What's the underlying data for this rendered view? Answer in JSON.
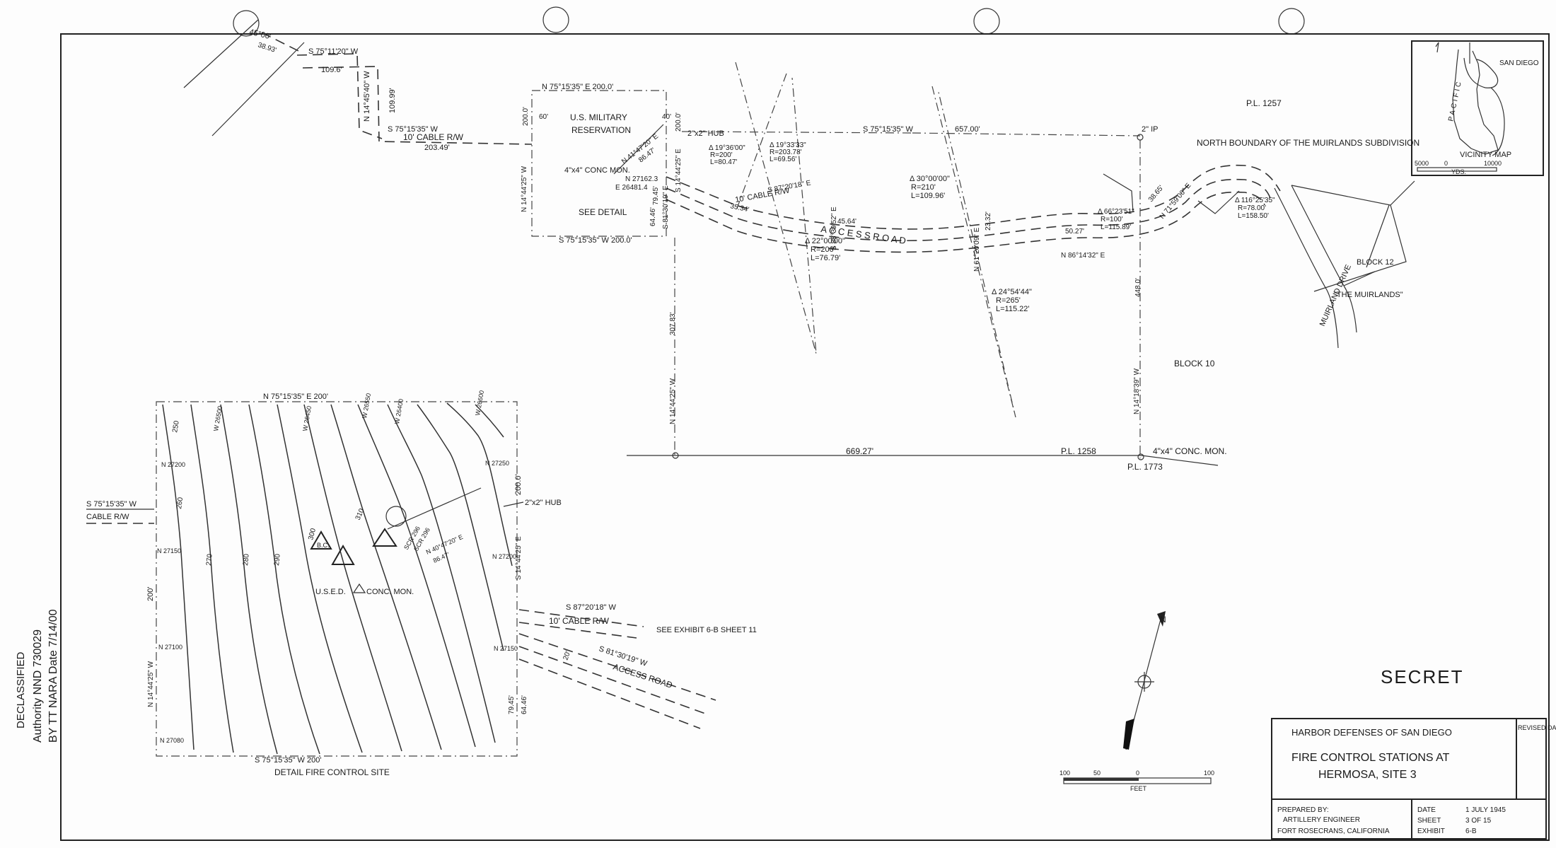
{
  "header": {
    "secret_mark": "SECRET"
  },
  "title_block": {
    "org": "HARBOR DEFENSES OF SAN DIEGO",
    "title_line1": "FIRE CONTROL STATIONS AT",
    "title_line2": "HERMOSA, SITE 3",
    "revised_label": "REVISED DATE",
    "prepared_by_label": "PREPARED BY:",
    "prepared_by_line1": "ARTILLERY ENGINEER",
    "prepared_by_line2": "FORT ROSECRANS, CALIFORNIA",
    "date_label": "DATE",
    "date_value": "1 JULY 1945",
    "sheet_label": "SHEET",
    "sheet_value": "3 OF 15",
    "exhibit_label": "EXHIBIT",
    "exhibit_value": "6-B"
  },
  "declass_stamp": {
    "line1": "DECLASSIFIED",
    "line2": "Authority NND 730029",
    "line3": "BY TT NARA Date 7/14/00"
  },
  "vicinity_map": {
    "title": "VICINITY MAP",
    "label_san_diego": "SAN DIEGO",
    "label_pacific": "PACIFIC",
    "scale_left": "5000",
    "scale_zero": "0",
    "scale_right": "10000",
    "scale_unit": "YDS."
  },
  "scale_bar": {
    "l100": "100",
    "l50": "50",
    "l0": "0",
    "r100": "100",
    "unit": "FEET"
  },
  "main_plan": {
    "top_line_1": "45°00'",
    "top_line_2": "38.93'",
    "bearing_a": "S 75°11'20\" W",
    "dist_a": "109.6'",
    "bearing_b": "N 14°45'40\" W",
    "dist_b": "109.99'",
    "bearing_c": "S 75°15'35\" W",
    "cable_rw": "10' CABLE R/W",
    "dist_c": "203.49'",
    "res_top": "N 75°15'35\" E  200.0'",
    "res_bottom": "S 75°15'35\" W  200.0'",
    "res_left_bearing": "N 14°44'25\" W",
    "res_left_dist": "200.0'",
    "res_right_dist": "200.0'",
    "res_right_bearing": "S 14°44'25\" E",
    "res_title_1": "U.S. MILITARY",
    "res_title_2": "RESERVATION",
    "res_mon": "4\"x4\" CONC MON.",
    "res_mon_n": "N 27162.3",
    "res_mon_e": "E 26481.4",
    "see_detail": "SEE DETAIL",
    "res_60": "60'",
    "res_ang": "N 41°47'20\" E",
    "res_ang_dist": "86.47'",
    "res_40": "40'",
    "hub": "2\"x2\" HUB",
    "north_bearing": "S 75°15'35\" W",
    "north_dist": "657.00'",
    "ip": "2\" IP",
    "pl1257": "P.L. 1257",
    "north_boundary": "NORTH BOUNDARY OF THE MUIRLANDS SUBDIVISION",
    "curve1_delta": "Δ 19°36'00\"",
    "curve1_r": "R=200'",
    "curve1_l": "L=80.47'",
    "curve2_delta": "Δ 19°33'33\"",
    "curve2_r": "R=203.78'",
    "curve2_l": "L=69.56'",
    "curve3_delta": "Δ 30°00'00\"",
    "curve3_r": "R=210'",
    "curve3_l": "L=109.96'",
    "curve4_delta": "Δ 22°00'00\"",
    "curve4_r": "R=200'",
    "curve4_l": "L=76.79'",
    "curve5_delta": "Δ 24°54'44\"",
    "curve5_r": "R=265'",
    "curve5_l": "L=115.22'",
    "curve6_delta": "Δ 66°23'51\"",
    "curve6_r": "R=100'",
    "curve6_l": "L=115.89'",
    "curve7_delta": "Δ 116°25'35\"",
    "curve7_r": "R=78.00'",
    "curve7_l": "L=158.50'",
    "d_79": "79.45'",
    "d_64": "64.46'",
    "s81": "S 81°30'19\" E",
    "d_3534": "35.34'",
    "cable_rw2": "10' CABLE R/W",
    "bearing_87": "S 87°20'18\" E",
    "access_road": "A C C E S S   R O A D",
    "b_88": "S 88°39'52\" E",
    "d_4564": "45.64'",
    "b_61": "N 61°20'09\" E",
    "d_2332": "23.32'",
    "d_5027": "50.27'",
    "b_86": "N 86°14'32\" E",
    "d_3865": "38.65'",
    "b_71": "N 71°59'06\" E",
    "d_448": "448.0'",
    "d_30783": "307.83'",
    "b_left": "N 14°44'25\" W",
    "b_right": "N 14°18'39\" W",
    "south_dist": "669.27'",
    "pl1258": "P.L. 1258",
    "pl1773": "P.L. 1773",
    "south_mon": "4\"x4\" CONC. MON.",
    "block10": "BLOCK 10",
    "block12": "BLOCK 12",
    "muirland_drive": "MUIRLAND DRIVE",
    "muirlands": "\"THE MUIRLANDS\""
  },
  "detail_plan": {
    "caption": "DETAIL FIRE CONTROL SITE",
    "top": "N 75°15'35\" E   200'",
    "bottom": "S 75°15'35\" W   200'",
    "left_dist": "200'",
    "left_bearing": "N 14°44'25\" W",
    "right_dist": "200.0'",
    "right_bearing": "S 14°44'25\" E",
    "hub": "2\"x2\" HUB",
    "in_bearing": "S 75°15'35\" W",
    "in_cable": "CABLE R/W",
    "out_bearing": "S 87°20'18\" W",
    "out_cable": "10' CABLE R/W",
    "see_exhibit": "SEE EXHIBIT 6-B SHEET 11",
    "out_road_bearing": "S 81°30'19\" W",
    "access_road": "ACCESS ROAD",
    "d_20": "20'",
    "d_79": "79.45'",
    "d_64": "64.46'",
    "mon": "U.S.E.D.",
    "mon_label": "CONC. MON.",
    "scr": "SCR 296",
    "scr2": "SCR 296",
    "bc": "B.C.",
    "ang": "N 40°47'20\" E",
    "ang_dist": "86.47'",
    "contours": [
      "250",
      "260",
      "270",
      "280",
      "290",
      "300",
      "310"
    ],
    "grid_n1": "N 27200",
    "grid_n2": "N 27150",
    "grid_n3": "N 27100",
    "grid_n4": "N 27080",
    "grid_e1": "N 27250",
    "grid_e2": "N 27200",
    "grid_e3": "N 27150",
    "grid_w1": "W 26500",
    "grid_w2": "W 26450",
    "grid_w3": "W 26400",
    "grid_w4": "W 26550",
    "grid_w5": "W 26600"
  }
}
